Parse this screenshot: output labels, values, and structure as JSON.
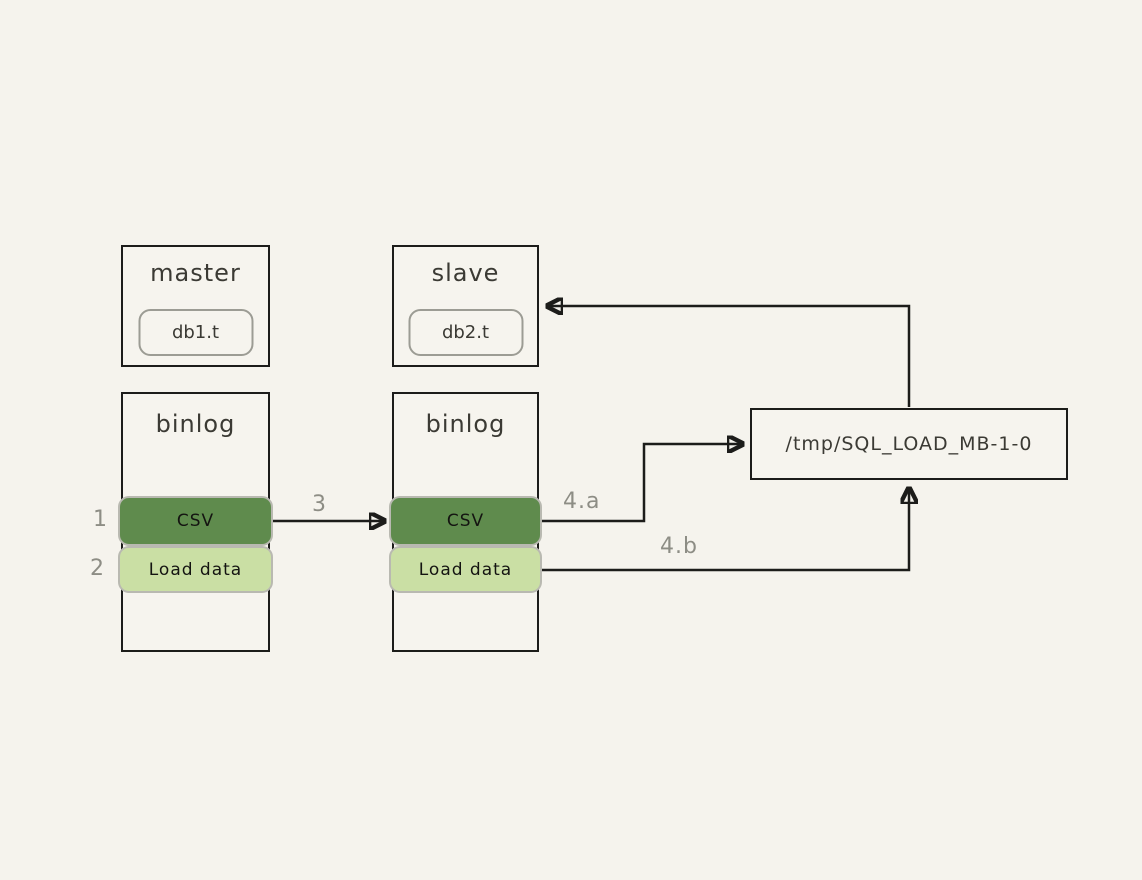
{
  "theme": {
    "page_bg": "#f5f3ed",
    "box_bg": "#f6f4ee",
    "line": "#1c1c1a",
    "muted_text": "#8d8d85",
    "title_text": "#3b3a34",
    "csv_green": "#5f8b4d",
    "load_green": "#cadfa4"
  },
  "nodes": {
    "master": {
      "title": "master",
      "table": "db1.t"
    },
    "slave": {
      "title": "slave",
      "table": "db2.t"
    },
    "master_binlog": {
      "title": "binlog",
      "rows": {
        "csv": "CSV",
        "load": "Load data"
      }
    },
    "slave_binlog": {
      "title": "binlog",
      "rows": {
        "csv": "CSV",
        "load": "Load data"
      }
    },
    "tmp_file": {
      "label": "/tmp/SQL_LOAD_MB-1-0"
    }
  },
  "steps": {
    "s1": "1",
    "s2": "2",
    "s3": "3",
    "s4a": "4.a",
    "s4b": "4.b"
  }
}
